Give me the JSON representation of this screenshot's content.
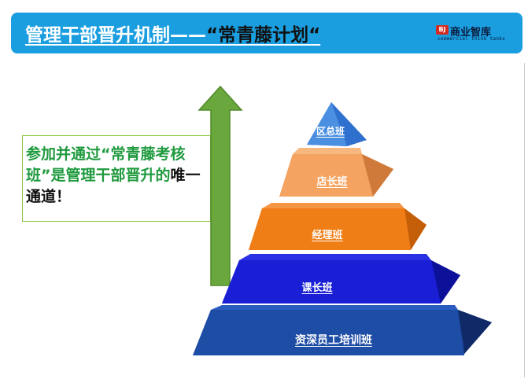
{
  "header": {
    "title_main": "管理干部晋升机制——",
    "title_quote": "“常青藤计划“",
    "logo_mark": "BJ",
    "logo_name": "商业智库",
    "logo_sub": "commercial think tanks"
  },
  "callout": {
    "part1": "参加并通过“常青藤考核班”是管理干部晋升的",
    "part2": "唯一通道！"
  },
  "pyramid": {
    "tiers": [
      {
        "label": "区总班"
      },
      {
        "label": "店长班"
      },
      {
        "label": "经理班"
      },
      {
        "label": "课长班"
      },
      {
        "label": "资深员工培训班"
      }
    ]
  },
  "colors": {
    "header_bg": "#1a9ee0",
    "callout_green": "#1f9a3e",
    "arrow_green": "#6aa83d",
    "tier_blue_light": "#4a8fe0",
    "tier_peach": "#f4a460",
    "tier_orange": "#f07e16",
    "tier_blue": "#1a1fd6",
    "tier_navy": "#1e4da6"
  }
}
